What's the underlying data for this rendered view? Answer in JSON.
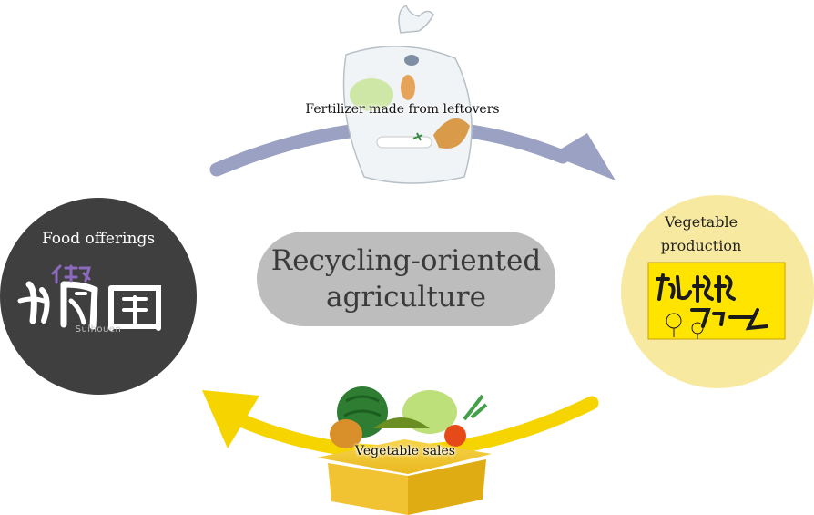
{
  "center": {
    "title_line1": "Recycling-oriented",
    "title_line2": "agriculture"
  },
  "nodes": {
    "food": {
      "title": "Food offerings",
      "logo_text": "Suihouen",
      "logo_jp": "水鳳園"
    },
    "vegetable": {
      "title_line1": "Vegetable",
      "title_line2": "production",
      "logo_jp": "たんぽぽファーム"
    }
  },
  "flows": {
    "fertilizer": {
      "label": "Fertilizer made from leftovers"
    },
    "sales": {
      "label": "Vegetable sales"
    }
  },
  "colors": {
    "food_circle": "#3f3f3f",
    "vegetable_circle": "#f7e9a0",
    "center_pill": "#bdbdbd",
    "arrow_top": "#9aa1c2",
    "arrow_bottom": "#f6d400",
    "logo_yellow": "#ffe400"
  },
  "icons": {
    "fertilizer": "fertilizer-bag-icon",
    "sales": "vegetable-box-icon"
  }
}
